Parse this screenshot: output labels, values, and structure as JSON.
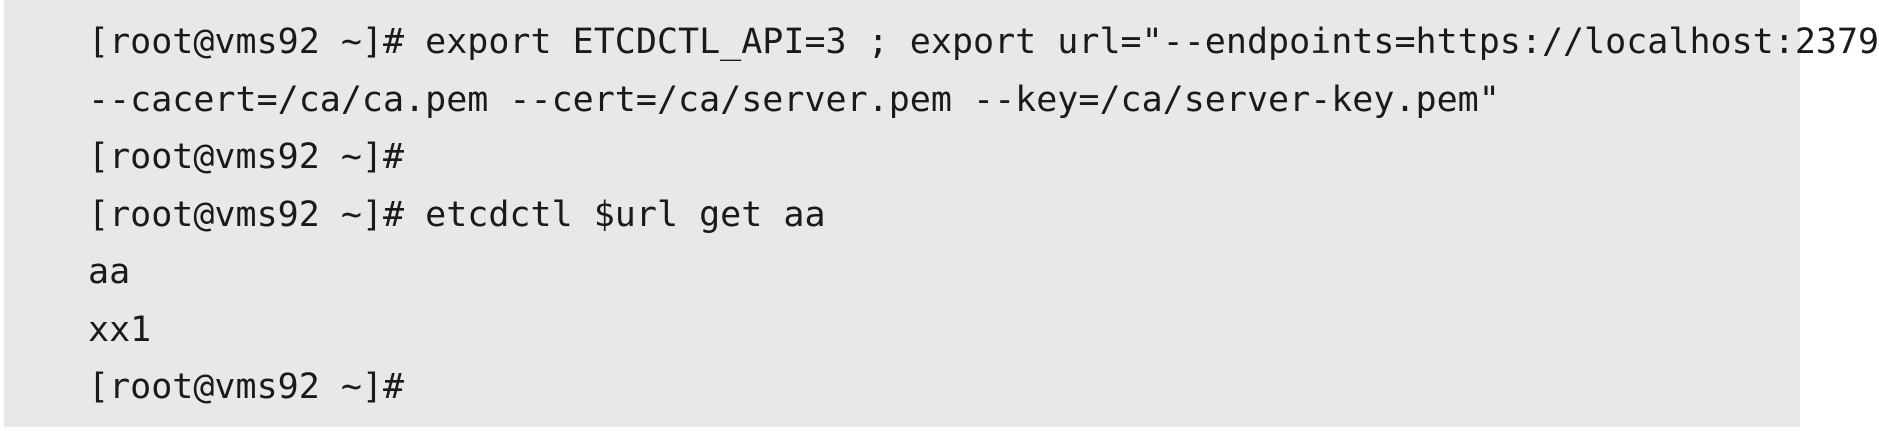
{
  "terminal": {
    "lines": [
      "[root@vms92 ~]# export ETCDCTL_API=3 ; export url=\"--endpoints=https://localhost:2379",
      "--cacert=/ca/ca.pem --cert=/ca/server.pem --key=/ca/server-key.pem\"",
      "[root@vms92 ~]#",
      "[root@vms92 ~]# etcdctl $url get aa",
      "aa",
      "xx1",
      "[root@vms92 ~]#"
    ]
  }
}
